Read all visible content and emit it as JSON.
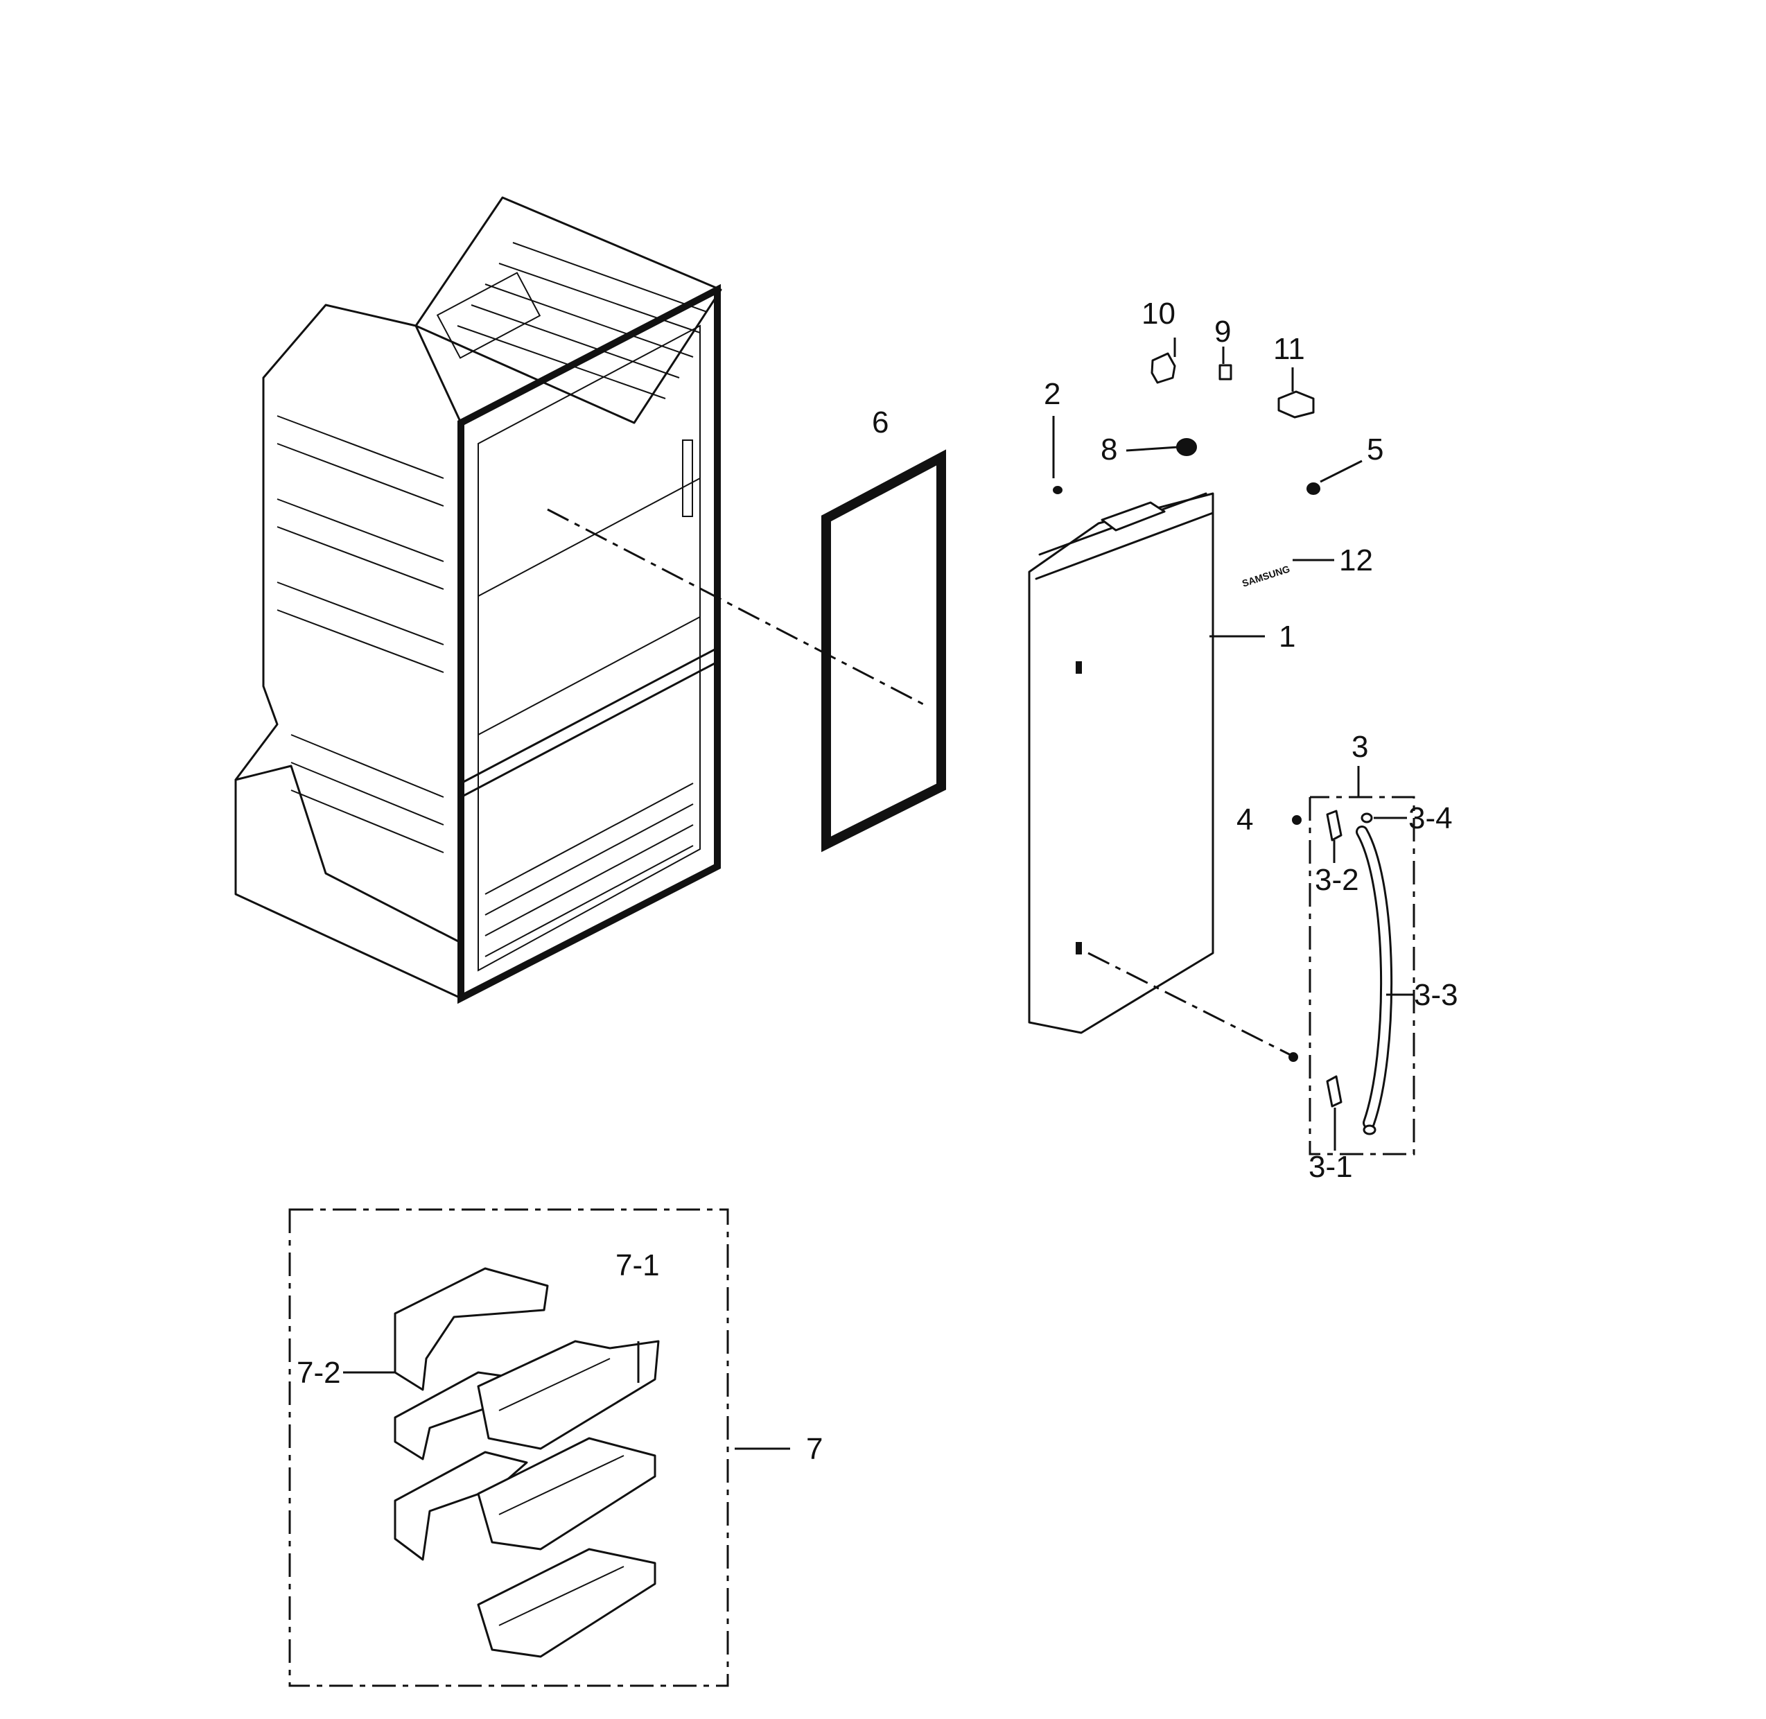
{
  "callouts": {
    "c1": "1",
    "c2": "2",
    "c3": "3",
    "c3_1": "3-1",
    "c3_2": "3-2",
    "c3_3": "3-3",
    "c3_4": "3-4",
    "c4": "4",
    "c5": "5",
    "c6": "6",
    "c7": "7",
    "c7_1": "7-1",
    "c7_2": "7-2",
    "c8": "8",
    "c9": "9",
    "c10": "10",
    "c11": "11",
    "c12": "12"
  },
  "nameplate_text": "SAMSUNG"
}
